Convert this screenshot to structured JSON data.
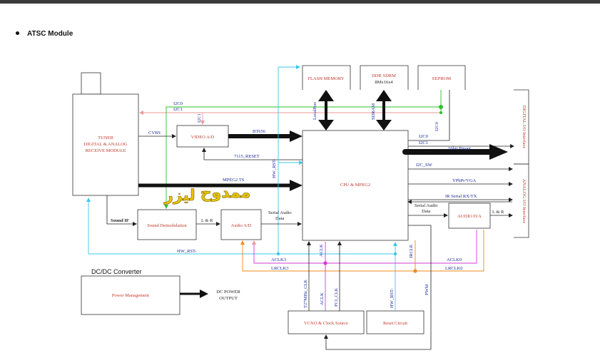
{
  "heading": "ATSC Module",
  "blocks": {
    "flash": "FLASH MEMORY",
    "ddr": [
      "DDR SDRM",
      "8Mx16x4"
    ],
    "eeprom": "EEPROM",
    "tuner": [
      "TUNER",
      "DIGITAL & ANALOG",
      "RECEIVE MODULE"
    ],
    "video_ad": "VIDEO A/D",
    "cpu": "CPU & MPEG2",
    "sound_demod": "Sound Demodulation",
    "audio_ad": "Audio A/D",
    "audio_da": "AUDIO D/A",
    "dcdc_title": "DC/DC Converter",
    "power_mgmt": "Power Management",
    "dc_out": [
      "DC POWER",
      "OUTPUT"
    ],
    "vcxo": "VCXO & Clock Source",
    "reset": "Reset Circuit",
    "digital_if": "DIGITAL I/O Interface",
    "analog_if": "ANALOG I/O Interface"
  },
  "signals": {
    "i2c0_top": "I2C0",
    "i2c1_top": "I2C1",
    "i2c1_vert": "I2C1",
    "cvbs": "CVBS",
    "bt656": "BT656",
    "reset7115": "7115_RESET",
    "mpeg2ts": "MPEG2 TS",
    "hwrst_vert": "HW_RST-",
    "localbus": "LocalBus",
    "sdram_bus": "SDRAM",
    "i2c0_vert": "I2C0",
    "i2c0_right": "I2C0",
    "i2c1_right": "I2C1",
    "bit16": "16bit Pinout",
    "i2c_sw": "I2C_SW",
    "ypbpr": "YPbPr/VGA",
    "ir": "IR Serial RX/TX",
    "serial_audio_r": [
      "Serial Audio",
      "Data"
    ],
    "lr_r": "L & R",
    "sound_if": "Sound IF",
    "lr_l": "L & R",
    "serial_audio_l": [
      "Serial Audio",
      "Data"
    ],
    "hwrst_bottom": "HW_RST-",
    "aclk3": "ACLK3",
    "lrclk3": "LRCLK3",
    "aclk0": "ACLK0",
    "lrclk0": "LRCLK0",
    "aclk_vert": "ACLK",
    "irclk": "IRCLK",
    "t27": "T27MHz_CLK",
    "aclk_bot": "ACLK",
    "pci_clk": "PCI_CLK",
    "hwrst_bot": "HW_RST-",
    "pwm": "PWM"
  },
  "watermark": [
    "ممدوح",
    "ليزر"
  ]
}
